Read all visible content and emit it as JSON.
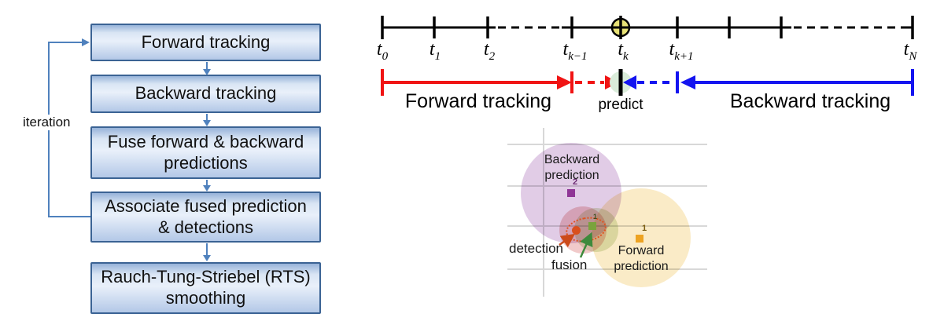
{
  "flowchart": {
    "iteration_label": "iteration",
    "boxes": [
      {
        "label": "Forward tracking"
      },
      {
        "label": "Backward tracking"
      },
      {
        "label": "Fuse forward & backward predictions"
      },
      {
        "label": "Associate fused prediction & detections"
      },
      {
        "label": "Rauch-Tung-Striebel (RTS) smoothing"
      }
    ]
  },
  "timeline": {
    "ticks": [
      {
        "base": "t",
        "sub": "0"
      },
      {
        "base": "t",
        "sub": "1"
      },
      {
        "base": "t",
        "sub": "2"
      },
      {
        "base": "t",
        "sub": "k−1"
      },
      {
        "base": "t",
        "sub": "k"
      },
      {
        "base": "t",
        "sub": "k+1"
      },
      {
        "base": "t",
        "sub": "N"
      }
    ],
    "forward_label": "Forward tracking",
    "predict_label": "predict",
    "backward_label": "Backward tracking"
  },
  "scatter": {
    "backward_label": "Backward prediction",
    "forward_label": "Forward prediction",
    "detection_label": "detection",
    "fusion_label": "fusion",
    "marker_labels": {
      "backward": "2",
      "forward": "1",
      "fusion": "1"
    }
  },
  "colors": {
    "forward_red": "#f01414",
    "backward_blue": "#1414f0",
    "event_marker_fill": "#e8e276",
    "predict_circle_fill": "#daecda",
    "box_border": "#3b6394",
    "connector_blue": "#4f81bd",
    "backward_region": "#a86cb6",
    "forward_region": "#eec150",
    "detection_region": "#d05050",
    "fusion_region": "#96b450",
    "backward_marker": "#8f3696",
    "forward_marker": "#eda322",
    "fusion_marker": "#7aa33c",
    "detection_marker": "#d94f1e",
    "gate_ellipse": "#e0521f",
    "gridline": "#d8d8d8"
  }
}
